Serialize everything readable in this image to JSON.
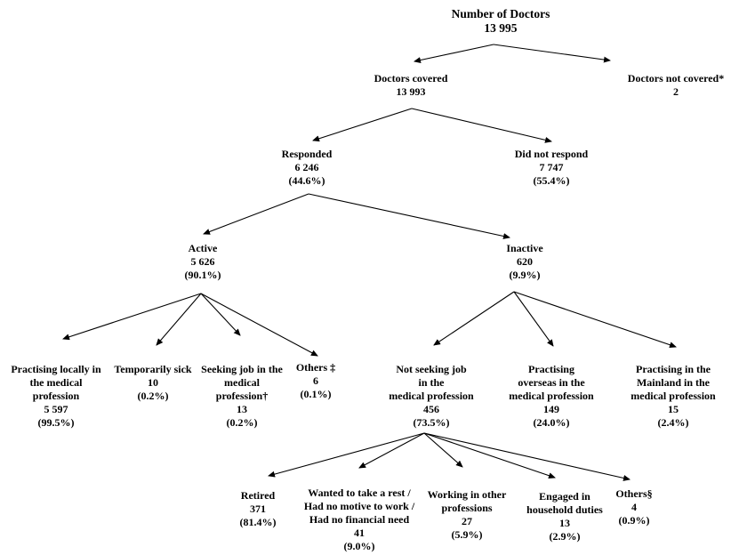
{
  "figure": {
    "background_color": "#ffffff",
    "text_color": "#000000",
    "line_color": "#000000"
  },
  "tree": {
    "title": "Number of Doctors",
    "total": "13 995",
    "nodes": [
      {
        "id": "root",
        "parent": null,
        "label_lines": [
          "Number of Doctors"
        ],
        "value": "13 995",
        "percent": null
      },
      {
        "id": "doctors-covered",
        "parent": "root",
        "label_lines": [
          "Doctors covered"
        ],
        "value": "13 993",
        "percent": null
      },
      {
        "id": "doctors-not-covered",
        "parent": "root",
        "label_lines": [
          "Doctors not covered*"
        ],
        "value": "2",
        "percent": null
      },
      {
        "id": "responded",
        "parent": "doctors-covered",
        "label_lines": [
          "Responded"
        ],
        "value": "6 246",
        "percent": "(44.6%)"
      },
      {
        "id": "did-not-respond",
        "parent": "doctors-covered",
        "label_lines": [
          "Did not respond"
        ],
        "value": "7 747",
        "percent": "(55.4%)"
      },
      {
        "id": "active",
        "parent": "responded",
        "label_lines": [
          "Active"
        ],
        "value": "5 626",
        "percent": "(90.1%)"
      },
      {
        "id": "inactive",
        "parent": "responded",
        "label_lines": [
          "Inactive"
        ],
        "value": "620",
        "percent": "(9.9%)"
      },
      {
        "id": "practising-locally",
        "parent": "active",
        "label_lines": [
          "Practising locally in",
          "the medical",
          "profession"
        ],
        "value": "5 597",
        "percent": "(99.5%)"
      },
      {
        "id": "temporarily-sick",
        "parent": "active",
        "label_lines": [
          "Temporarily sick"
        ],
        "value": "10",
        "percent": "(0.2%)"
      },
      {
        "id": "seeking-job",
        "parent": "active",
        "label_lines": [
          "Seeking job in the",
          "medical",
          "profession†"
        ],
        "value": "13",
        "percent": "(0.2%)"
      },
      {
        "id": "others-active",
        "parent": "active",
        "label_lines": [
          "Others ‡"
        ],
        "value": "6",
        "percent": "(0.1%)"
      },
      {
        "id": "not-seeking-job",
        "parent": "inactive",
        "label_lines": [
          "Not seeking job",
          "in the",
          "medical profession"
        ],
        "value": "456",
        "percent": "(73.5%)"
      },
      {
        "id": "practising-overseas",
        "parent": "inactive",
        "label_lines": [
          "Practising",
          "overseas in the",
          "medical profession"
        ],
        "value": "149",
        "percent": "(24.0%)"
      },
      {
        "id": "practising-mainland",
        "parent": "inactive",
        "label_lines": [
          "Practising in the",
          "Mainland in the",
          "medical profession"
        ],
        "value": "15",
        "percent": "(2.4%)"
      },
      {
        "id": "retired",
        "parent": "not-seeking-job",
        "label_lines": [
          "Retired"
        ],
        "value": "371",
        "percent": "(81.4%)"
      },
      {
        "id": "wanted-rest",
        "parent": "not-seeking-job",
        "label_lines": [
          "Wanted to take a rest /",
          "Had no motive to work /",
          "Had no financial need"
        ],
        "value": "41",
        "percent": "(9.0%)"
      },
      {
        "id": "working-other-professions",
        "parent": "not-seeking-job",
        "label_lines": [
          "Working in other",
          "professions"
        ],
        "value": "27",
        "percent": "(5.9%)"
      },
      {
        "id": "household-duties",
        "parent": "not-seeking-job",
        "label_lines": [
          "Engaged in",
          "household duties"
        ],
        "value": "13",
        "percent": "(2.9%)"
      },
      {
        "id": "others-inactive",
        "parent": "not-seeking-job",
        "label_lines": [
          "Others§"
        ],
        "value": "4",
        "percent": "(0.9%)"
      }
    ]
  }
}
